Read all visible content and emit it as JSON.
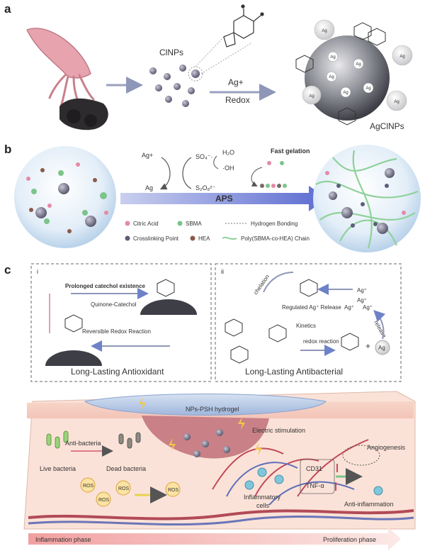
{
  "panel_a": {
    "label": "a",
    "particles_label": "ClNPs",
    "arrow_label_1": "Ag+",
    "arrow_label_2": "Redox",
    "product_label": "AgClNPs",
    "ag_badge": "Ag"
  },
  "panel_b": {
    "label": "b",
    "ag_plus": "Ag+",
    "ag": "Ag",
    "so4": "SO₄⁻·",
    "s2o8": "S₂O₈²⁻",
    "h2o": "H₂O",
    "oh": "·OH",
    "fast_gelation": "Fast gelation",
    "aps": "APS",
    "legend": [
      {
        "label": "Citric Acid",
        "color": "#e58aa6"
      },
      {
        "label": "SBMA",
        "color": "#7cc48a"
      },
      {
        "label": "Hydrogen Bonding",
        "color": "#777777"
      },
      {
        "label": "Crosslinking Point",
        "color": "#5a5f7a"
      },
      {
        "label": "HEA",
        "color": "#8a5a4a"
      },
      {
        "label": "Poly(SBMA-co-HEA) Chain",
        "color": "#8fd19a"
      }
    ]
  },
  "panel_c": {
    "label": "c",
    "sub_i": {
      "label": "i",
      "top_text": "Prolonged catechol existence",
      "mid_text_1": "Quinone-Catechol",
      "mid_text_2": "Reversible Redox Reaction",
      "title": "Long-Lasting Antioxidant"
    },
    "sub_ii": {
      "label": "ii",
      "chelation": "chelation",
      "release_text": "Regulated Ag⁺ Release",
      "kinetics": "Kinetics",
      "ag_plus": "Ag⁺",
      "release": "release",
      "redox": "redox reaction",
      "plus": "+",
      "ag": "Ag",
      "title": "Long-Lasting Antibacterial"
    },
    "tissue": {
      "hydrogel": "NPs-PSH hydrogel",
      "electric": "Electric stimulation",
      "anti_bacteria": "Anti-bacteria",
      "live": "Live bacteria",
      "dead": "Dead bacteria",
      "ros": "ROS",
      "angiogenesis": "Angiogenesis",
      "cd31": "CD31",
      "tnf": "TNF-α",
      "inflam_cells_1": "Inflammatory",
      "inflam_cells_2": "cells",
      "anti_inflam": "Anti-inflammation",
      "phase_left": "Inflammation phase",
      "phase_right": "Proliferation phase"
    }
  }
}
